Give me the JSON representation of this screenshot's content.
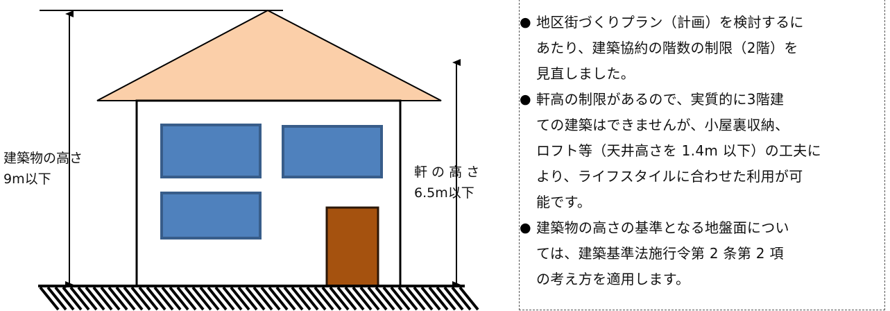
{
  "colors": {
    "roof": "#fbcfa9",
    "window": "#4f81bd",
    "window_border": "#385d8a",
    "door": "#a5520f",
    "door_border": "#2b1708",
    "line": "#000000"
  },
  "icons": {
    "bullet": "●"
  },
  "labels": {
    "building_height": [
      "建築物の高さ",
      "9m以下"
    ],
    "eave_height": [
      "軒 の 高 さ",
      "6.5m以下"
    ]
  },
  "notes": [
    {
      "lines": [
        "地区街づくりプラン（計画）を検討するに",
        "あたり、建築協約の階数の制限（2階）を",
        "見直しました。"
      ]
    },
    {
      "lines": [
        "軒高の制限があるので、実質的に3階建",
        "ての建築はできませんが、小屋裏収納、",
        "ロフト等（天井高さを 1.4m 以下）の工夫に",
        "より、ライフスタイルに合わせた利用が可",
        "能です。"
      ]
    },
    {
      "lines": [
        "建築物の高さの基準となる地盤面につい",
        "ては、建築基準法施行令第 2 条第 2 項",
        "の考え方を適用します。"
      ]
    }
  ]
}
